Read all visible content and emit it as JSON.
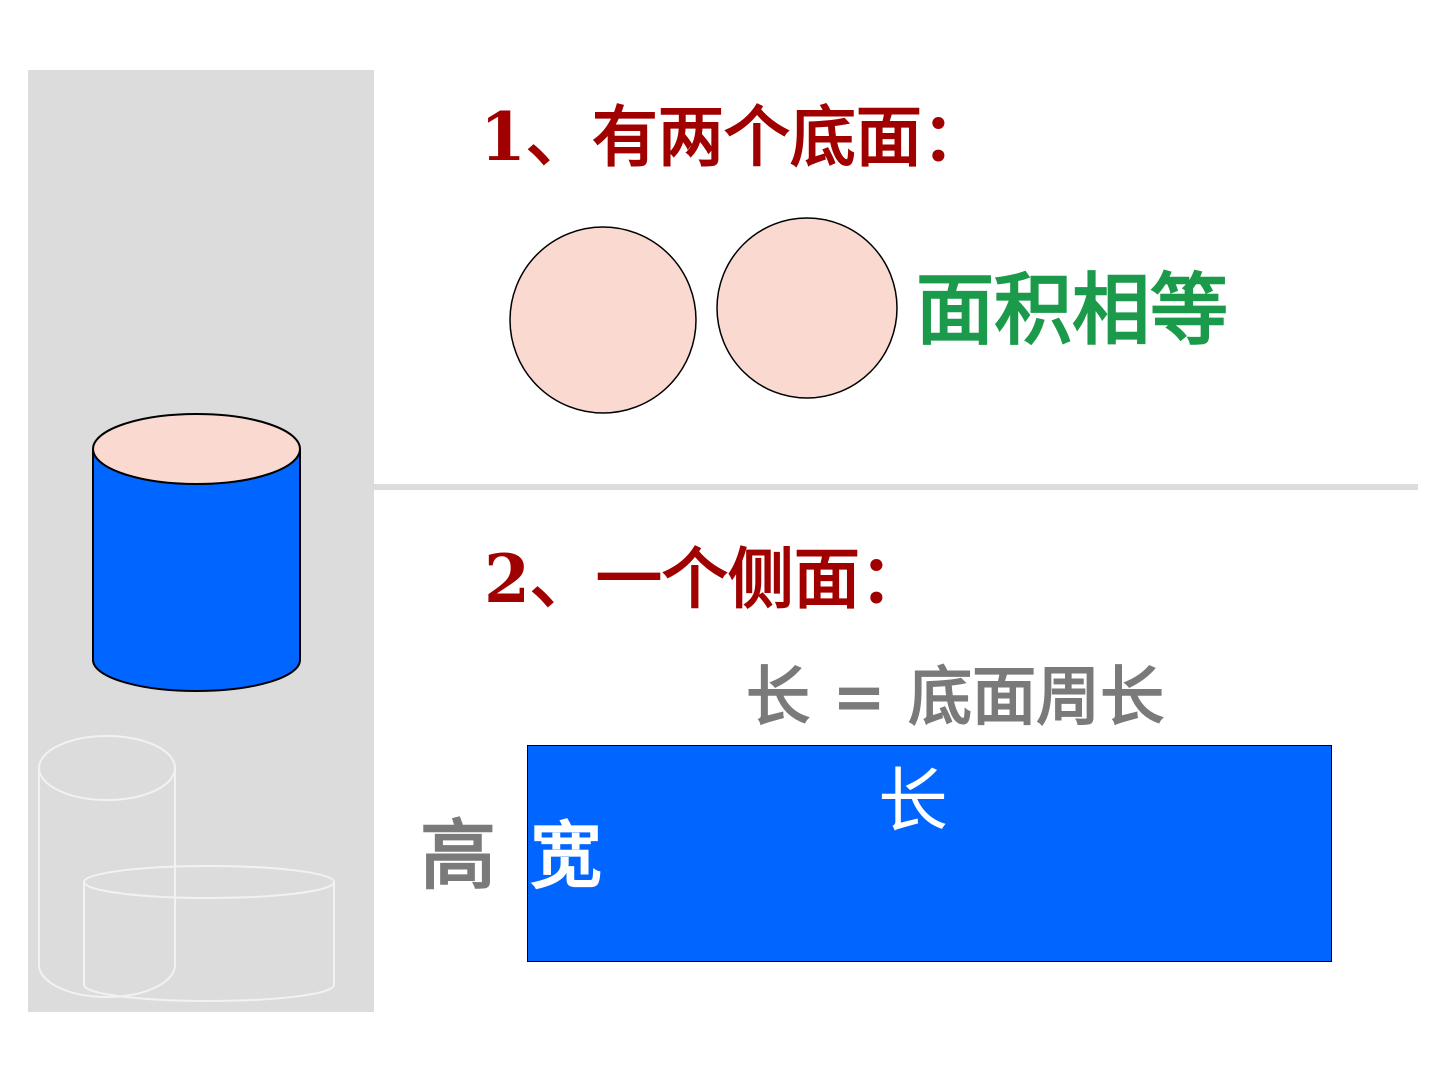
{
  "slide": {
    "heading_1": "1、有两个底面：",
    "heading_2": "2、一个侧面：",
    "equal_area": "面积相等",
    "length_equation": "长 = 底面周长",
    "height_label": "高",
    "width_label": "宽",
    "length_label": "长"
  },
  "colors": {
    "heading": "#a00000",
    "equal_area": "#1a9a4a",
    "gray_text": "#7a7a7a",
    "cylinder_side": "#0066ff",
    "cylinder_top": "#f9d9d0",
    "circle_fill": "#f9d9d0",
    "panel_bg": "#dcdcdc"
  }
}
